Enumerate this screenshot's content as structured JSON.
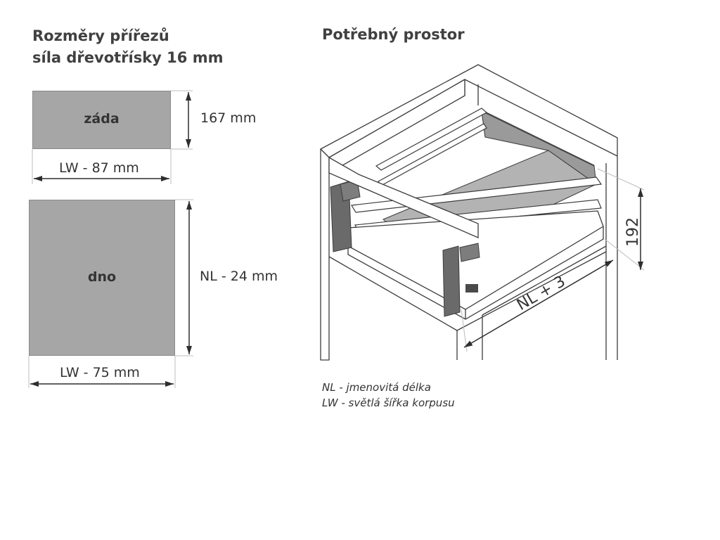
{
  "left_heading": {
    "line1": "Rozměry přířezů",
    "line2": "síla dřevotřísky 16 mm"
  },
  "right_heading": "Potřebný prostor",
  "parts": {
    "back": {
      "label": "záda",
      "height_label": "167 mm",
      "width_label": "LW - 87 mm"
    },
    "bottom": {
      "label": "dno",
      "length_label": "NL - 24 mm",
      "width_label": "LW - 75 mm"
    }
  },
  "drawing": {
    "height_label": "192",
    "depth_label": "NL + 3"
  },
  "legend": {
    "nl": "NL - jmenovitá délka",
    "lw": "LW - světlá šířka korpusu"
  },
  "colors": {
    "panel_fill": "#a6a6a6",
    "line": "#3c3c3c",
    "drawer_side": "#666666",
    "drawer_floor": "#b3b3b3",
    "text": "#333333"
  }
}
